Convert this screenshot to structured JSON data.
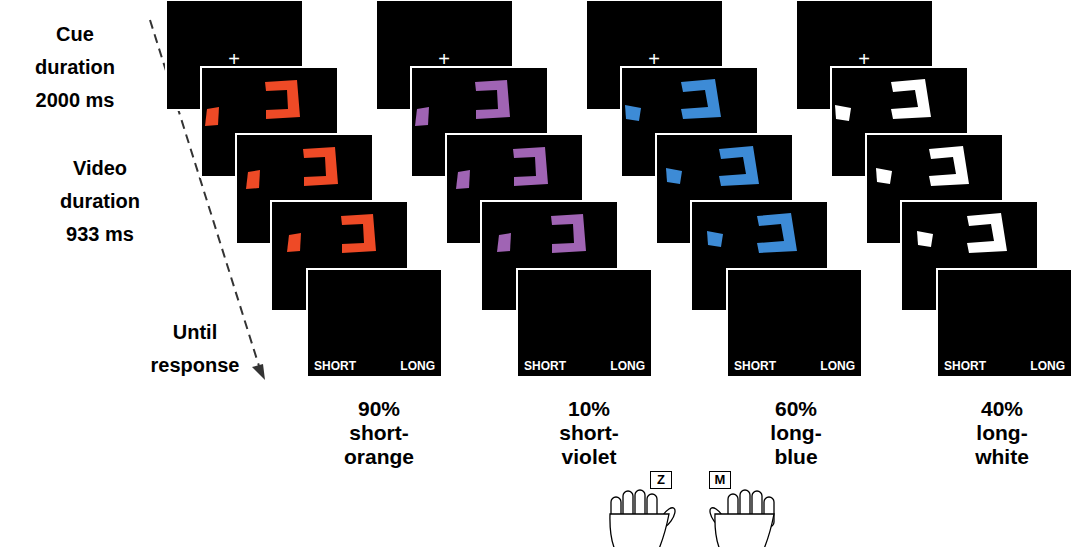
{
  "diagram": {
    "nodes": [
      {
        "text": [
          "SHORT",
          "LONG"
        ]
      },
      {
        "text": [
          "SHORT",
          "LONG"
        ]
      },
      {
        "text": [
          "SHORT",
          "LONG"
        ]
      },
      {
        "text": [
          "SHORT",
          "LONG"
        ]
      },
      {
        "text": [
          "Z"
        ]
      },
      {
        "text": [
          "M"
        ]
      }
    ],
    "labels": [
      "Cue duration 2000 ms",
      "Video duration 933 ms",
      "Until response",
      "+",
      "+",
      "+",
      "+",
      "90% short-orange",
      "10% short-violet",
      "60% long-blue",
      "40% long-white"
    ]
  }
}
